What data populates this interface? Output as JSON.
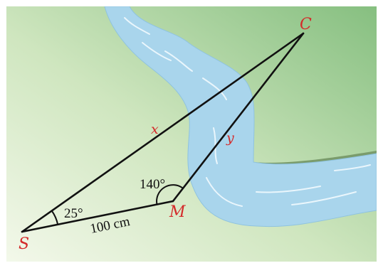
{
  "figure": {
    "points": {
      "S": "S",
      "M": "M",
      "C": "C"
    },
    "sides": {
      "SC": "x",
      "MC": "y",
      "SM": "100 cm"
    },
    "angles": {
      "at_S": "25°",
      "at_M": "140°"
    },
    "colors": {
      "land_light": "#f3f8ea",
      "land_dark": "#8cc487",
      "bank": "#7a9c6c",
      "river": "#a9d5ec",
      "river_highlight": "#eaf6fc",
      "lines": "#111111",
      "point_labels": "#d42a2a"
    }
  }
}
